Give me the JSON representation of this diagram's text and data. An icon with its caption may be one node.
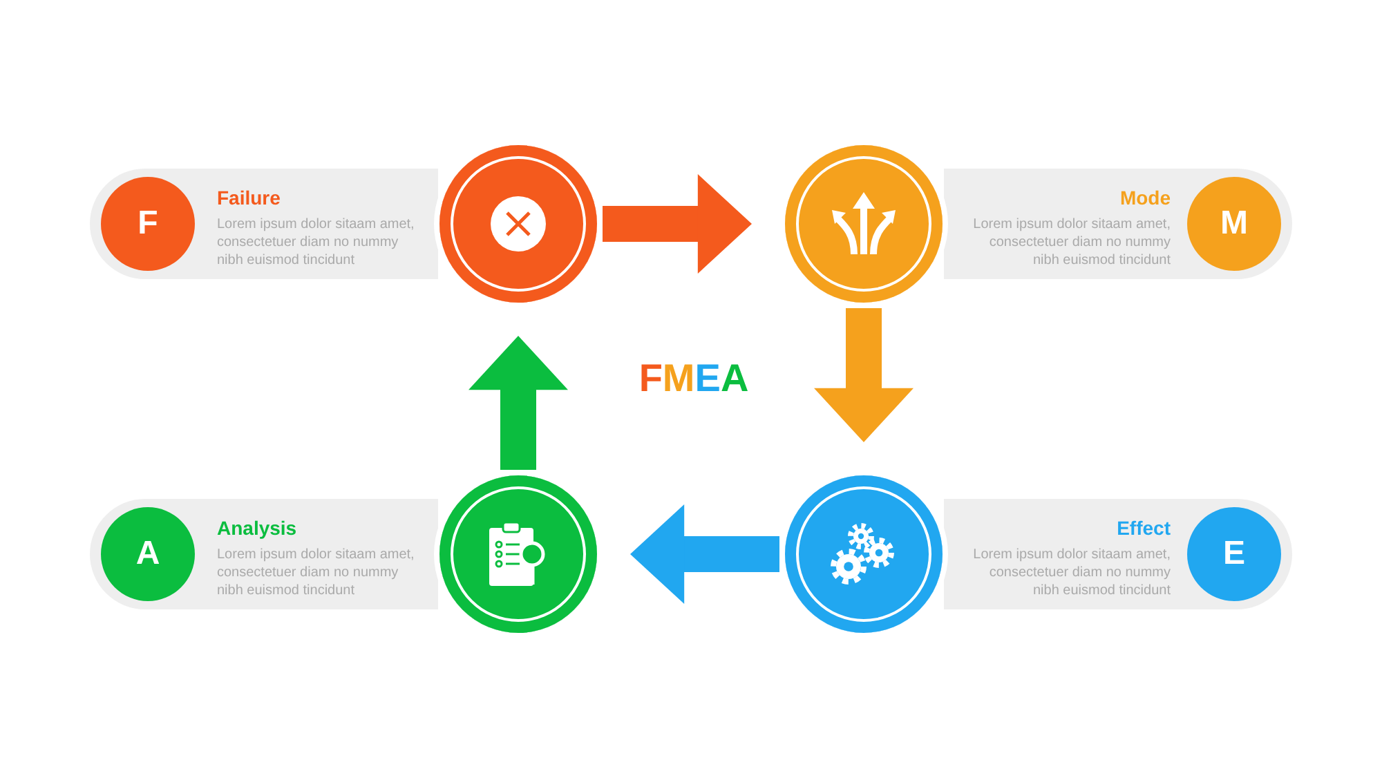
{
  "diagram": {
    "title": "FMEA",
    "nodes": [
      {
        "text": [
          "Failure",
          "Lorem ipsum dolor sitaam amet, consectetuer diam no nummy nibh euismod tincidunt"
        ]
      },
      {
        "text": [
          "F"
        ],
        "in": 0
      },
      {
        "text": [
          "Mode",
          "Lorem ipsum dolor sitaam amet, consectetuer diam no nummy nibh euismod tincidunt"
        ]
      },
      {
        "text": [
          "M"
        ],
        "in": 2
      },
      {
        "text": [
          "Analysis",
          "Lorem ipsum dolor sitaam amet, consectetuer diam no nummy nibh euismod tincidunt"
        ]
      },
      {
        "text": [
          "A"
        ],
        "in": 4
      },
      {
        "text": [
          "Effect",
          "Lorem ipsum dolor sitaam amet, consectetuer diam no nummy nibh euismod tincidunt"
        ]
      },
      {
        "text": [
          "E"
        ],
        "in": 6
      },
      {
        "text": [],
        "shape": "circle"
      },
      {
        "text": [],
        "shape": "circle"
      },
      {
        "text": [],
        "shape": "circle"
      },
      {
        "text": [],
        "shape": "circle"
      }
    ],
    "edges": [
      {
        "from": 8,
        "to": 9,
        "arrow": "to",
        "color": "#f45a1d"
      },
      {
        "from": 9,
        "to": 11,
        "arrow": "to",
        "color": "#f5a11d"
      },
      {
        "from": 11,
        "to": 10,
        "arrow": "to",
        "color": "#21a7f0"
      },
      {
        "from": 10,
        "to": 8,
        "arrow": "to",
        "color": "#0bbd3f"
      }
    ]
  }
}
